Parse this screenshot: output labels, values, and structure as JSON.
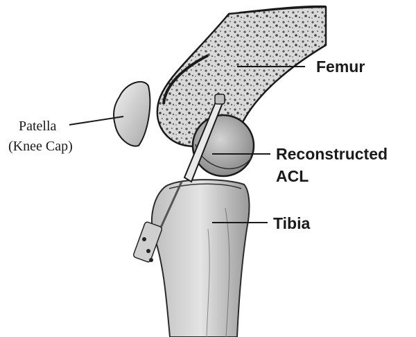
{
  "labels": {
    "femur": "Femur",
    "patella_line1": "Patella",
    "patella_line2": "(Knee Cap)",
    "acl_line1": "Reconstructed",
    "acl_line2": "ACL",
    "tibia": "Tibia"
  }
}
